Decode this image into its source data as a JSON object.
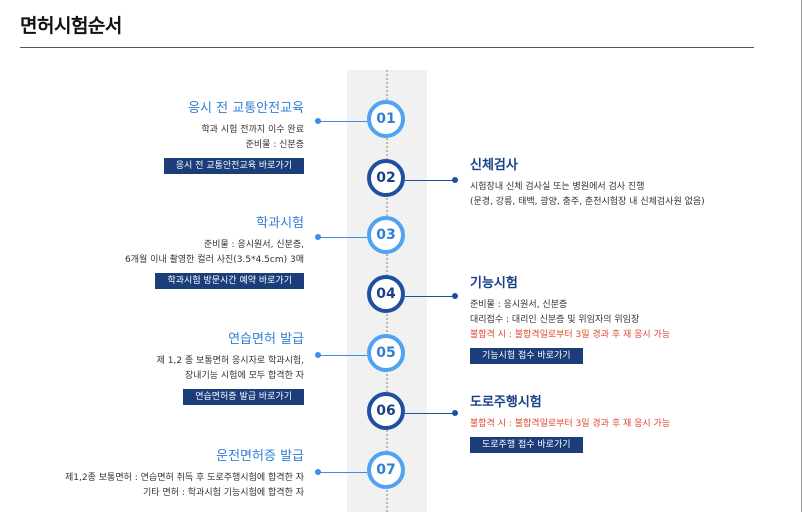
{
  "page_title": "면허시험순서",
  "steps": [
    {
      "number": "01",
      "title": "응시 전 교통안전교육",
      "lines": [
        "학과 시험 전까지 이수 완료",
        "준비물 : 신분증"
      ],
      "link": "응시 전 교통안전교육 바로가기"
    },
    {
      "number": "02",
      "title": "신체검사",
      "lines": [
        "시험장내 신체 검사실 또는 병원에서 검사 진행",
        "(문경, 강릉, 태백, 광양, 충주, 춘천시험장 내 신체검사원 없음)"
      ]
    },
    {
      "number": "03",
      "title": "학과시험",
      "lines": [
        "준비물 : 응시원서, 신분증,",
        "6개월 이내 촬영한 컬러 사진(3.5*4.5cm) 3매"
      ],
      "link": "학과시험 방문시간 예약 바로가기"
    },
    {
      "number": "04",
      "title": "기능시험",
      "lines": [
        "준비물 : 응시원서, 신분증",
        "대리접수 : 대리인 신분증 및 위임자의 위임장"
      ],
      "warning": "불합격 시 : 불합격일로부터 3일 경과 후 재 응시 가능",
      "link": "기능시험 접수 바로가기"
    },
    {
      "number": "05",
      "title": "연습면허 발급",
      "lines": [
        "제 1,2 종 보통면허 응시자로 학과시험,",
        "장내기능 시험에 모두 합격한 자"
      ],
      "link": "연습면허증 발급 바로가기"
    },
    {
      "number": "06",
      "title": "도로주행시험",
      "warning": "불합격 시 : 불합격일로부터 3일 경과 후 재 응시 가능",
      "link": "도로주행 접수 바로가기"
    },
    {
      "number": "07",
      "title": "운전면허증 발급",
      "lines": [
        "제1,2종 보통면허 : 연습면허 취득 후 도로주행시험에 합격한 자",
        "기타 면허 : 학과시험 기능시험에 합격한 자"
      ]
    }
  ],
  "colors": {
    "light_blue": "#4fa3f2",
    "dark_blue": "#1f4fa0",
    "button_navy": "#1b3d7a",
    "warning_red": "#e0482f"
  }
}
